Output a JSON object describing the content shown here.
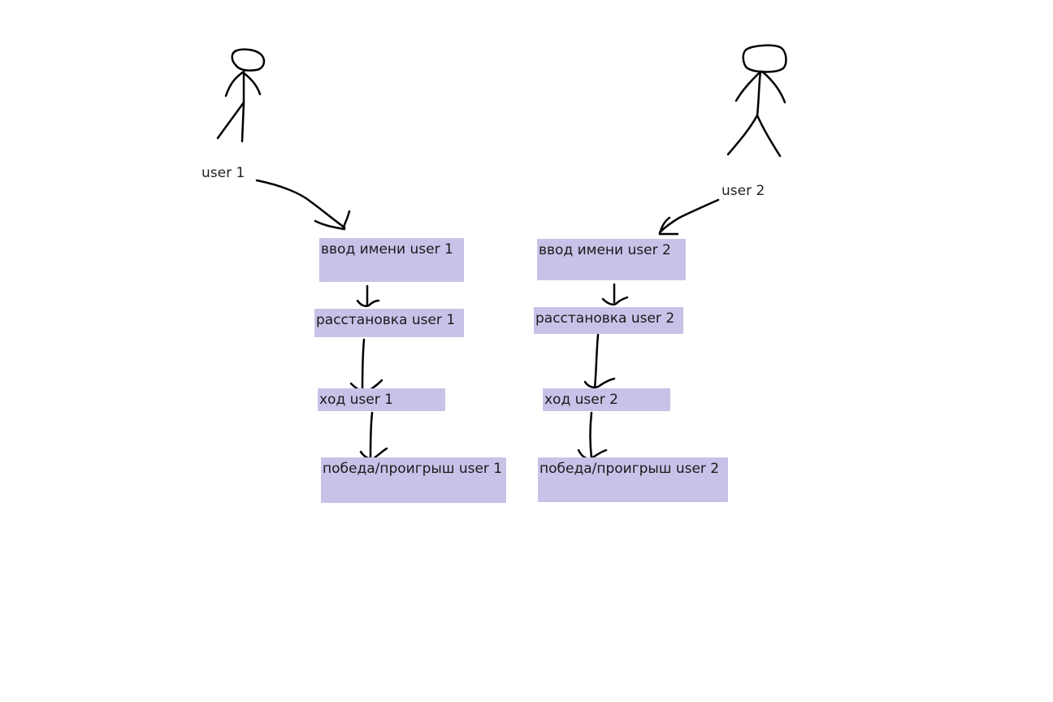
{
  "users": [
    {
      "label": "user 1"
    },
    {
      "label": "user 2"
    }
  ],
  "flows": [
    {
      "steps": [
        {
          "label": "ввод имени user 1"
        },
        {
          "label": "расстановка user 1"
        },
        {
          "label": "ход user 1"
        },
        {
          "label": "победа/проигрыш user 1"
        }
      ]
    },
    {
      "steps": [
        {
          "label": "ввод имени user 2"
        },
        {
          "label": "расстановка user 2"
        },
        {
          "label": "ход user 2"
        },
        {
          "label": "победа/проигрыш user 2"
        }
      ]
    }
  ],
  "colors": {
    "box_fill": "#c8c2e8",
    "stroke": "#000000",
    "text": "#222222"
  }
}
